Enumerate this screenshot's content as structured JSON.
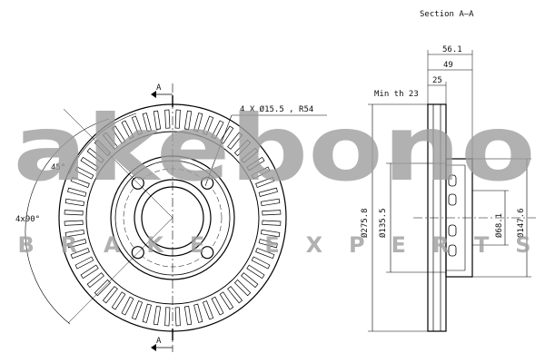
{
  "section_title": "Section A–A",
  "cut_marker": "A",
  "hole_spec": "4 X Ø15.5 , R54",
  "angle_small": "45°",
  "angle_large": "4x90°",
  "min_thickness": "Min th 23",
  "dims": {
    "d_56_1": "56.1",
    "d_49": "49",
    "d_25": "25",
    "d_outer": "Ø275.8",
    "d_135_5": "Ø135.5",
    "d_68_1": "Ø68.1",
    "d_147_6": "Ø147.6"
  },
  "watermark": {
    "brand": "akebono",
    "tagline": "BRAKE EXPERTS",
    "color": "#9e9e9e"
  }
}
